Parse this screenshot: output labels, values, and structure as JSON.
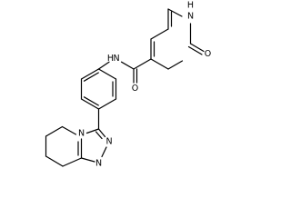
{
  "molecule": {
    "atom_labels": {
      "nh_ring": "N",
      "nh_ring_h": "H",
      "carbonyl_oxygen": "O",
      "amide_n": "N",
      "amide_n_h": "H",
      "amide_oxygen": "O",
      "triazole_n_bridge": "N",
      "triazole_n_upper": "N",
      "triazole_n_lower": "N"
    },
    "colors": {
      "bond": "#000000",
      "label": "#000000",
      "background": "#ffffff"
    }
  }
}
